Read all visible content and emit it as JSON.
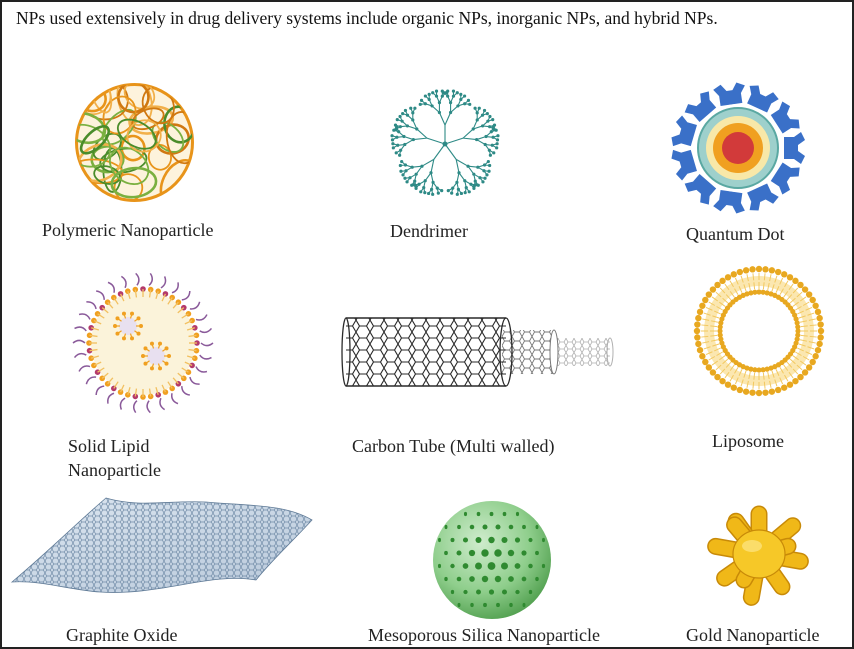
{
  "intro_text": "NPs used extensively in drug delivery systems include organic NPs, inorganic NPs, and hybrid NPs.",
  "labels": {
    "polymeric": "Polymeric Nanoparticle",
    "dendrimer": "Dendrimer",
    "quantum_dot": "Quantum Dot",
    "solid_lipid_line1": "Solid Lipid",
    "solid_lipid_line2": "Nanoparticle",
    "carbon_tube": "Carbon Tube (Multi walled)",
    "liposome": "Liposome",
    "graphite_oxide": "Graphite Oxide",
    "mesoporous_silica": "Mesoporous Silica Nanoparticle",
    "gold": "Gold Nanoparticle"
  },
  "colors": {
    "polymer_orange": "#e8941a",
    "polymer_green": "#4a8c2a",
    "dendrimer_teal": "#2e8a86",
    "qd_blue": "#3a70c8",
    "qd_red": "#d23a3a",
    "lipid_orange": "#f0a020",
    "lipid_purple": "#8a5a9a",
    "carbon_dark": "#2a2a2a",
    "liposome_gold": "#e8a820",
    "graphene_blue": "#7c95b0",
    "silica_green": "#3c9a3c",
    "gold_yellow": "#f0b818"
  }
}
